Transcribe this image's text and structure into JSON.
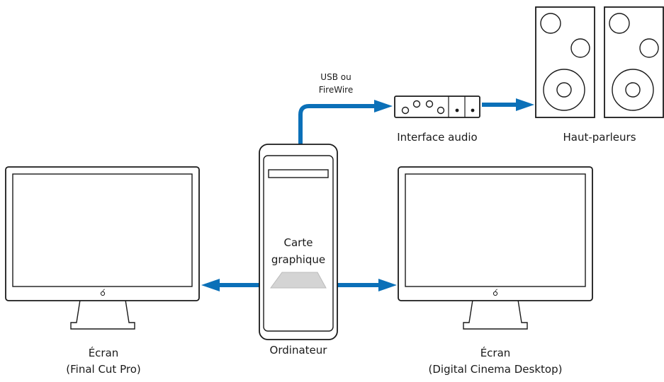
{
  "labels": {
    "connection": [
      "USB ou",
      "FireWire"
    ],
    "audio_interface": "Interface audio",
    "speakers": "Haut-parleurs",
    "graphics_card": [
      "Carte",
      "graphique"
    ],
    "computer": "Ordinateur",
    "display_left": [
      "Écran",
      "(Final Cut Pro)"
    ],
    "display_right": [
      "Écran",
      "(Digital Cinema Desktop)"
    ]
  },
  "colors": {
    "cable": "#0b70b8",
    "outline": "#1a1a1a",
    "card": "#d4d4d4"
  },
  "icons": {
    "display_logo": "apple-logo-icon"
  }
}
